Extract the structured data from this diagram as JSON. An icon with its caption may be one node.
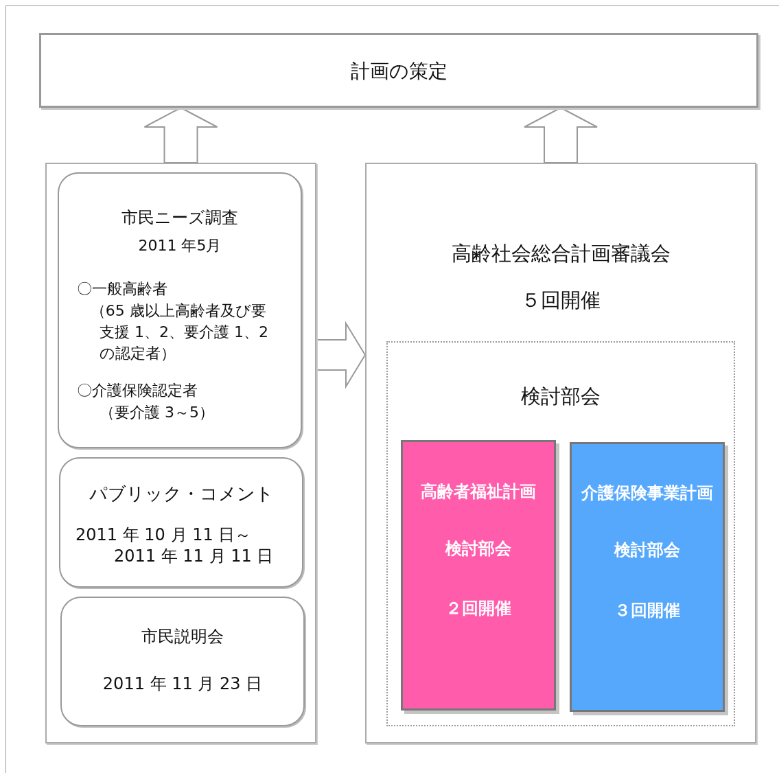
{
  "diagram": {
    "nodes": [
      {
        "text": [
          "計画の策定"
        ]
      },
      {
        "text": [],
        "shape": "box"
      },
      {
        "text": [
          "市民ニーズ調査",
          "2011 年5月",
          "〇一般高齢者",
          "（65 歳以上高齢者及び要支援 1、2、要介護 1、2 の認定者）",
          "〇介護保険認定者",
          "（要介護 3～5）"
        ],
        "in": 1
      },
      {
        "text": [
          "パブリック・コメント",
          "2011 年 10 月 11 日～",
          "2011 年 11 月 11 日"
        ],
        "in": 1
      },
      {
        "text": [
          "市民説明会",
          "2011 年 11 月 23 日"
        ],
        "in": 1
      },
      {
        "text": [
          "高齢社会総合計画審議会",
          "５回開催"
        ]
      },
      {
        "text": [
          "検討部会"
        ],
        "in": 5
      },
      {
        "text": [
          "高齢者福祉計画",
          "検討部会",
          "２回開催"
        ],
        "in": 6
      },
      {
        "text": [
          "介護保険事業計画",
          "検討部会",
          "３回開催"
        ],
        "in": 6
      }
    ],
    "edges": [
      {
        "from": 1,
        "to": 0,
        "arrow": "to"
      },
      {
        "from": 5,
        "to": 0,
        "arrow": "to"
      },
      {
        "from": 1,
        "to": 5,
        "arrow": "to"
      }
    ]
  }
}
